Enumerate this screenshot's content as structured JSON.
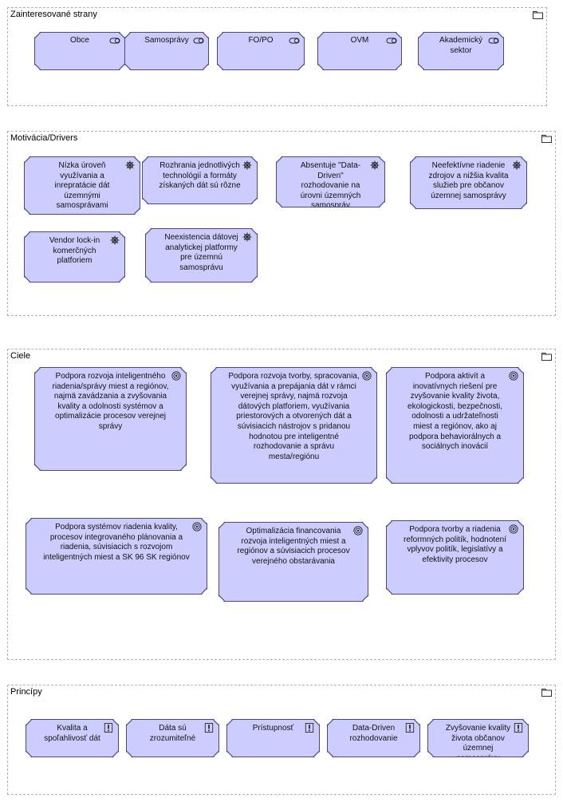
{
  "groups": [
    {
      "title": "Zainteresované strany",
      "elements": [
        "Obce",
        "Samosprávy",
        "FO/PO",
        "OVM",
        "Akademický sektor"
      ]
    },
    {
      "title": "Motivácia/Drivers",
      "elements": [
        "Nízka úroveň využívania a inrepratácie dát územnými samosprávami",
        "Rozhrania jednotlivých technológií a formáty získaných dát sú rôzne",
        "Absentuje \"Data-Driven\" rozhodovanie na úrovni územných samospráv",
        "Neefektívne riadenie zdrojov a nižšia kvalita služieb pre občanov územnej samosprávy",
        "Vendor lock-in komerčných platforiem",
        "Neexistencia dátovej analytickej platformy pre územnú samosprávu"
      ]
    },
    {
      "title": "Ciele",
      "elements": [
        "Podpora rozvoja inteligentného riadenia/správy miest a regiónov, najmä zavádzania a zvyšovania kvality a odolnosti systémov a optimalizácie procesov verejnej správy",
        "Podpora rozvoja tvorby, spracovania, využívania a prepájania dát v rámci verejnej správy, najmä rozvoja dátových platforiem, využívania priestorových a otvorených dát a súvisiacich nástrojov s pridanou hodnotou pre inteligentné rozhodovanie a správu mesta/regiónu",
        "Podpora aktivít a inovatívnych riešení pre zvyšovanie kvality života, ekologickosti, bezpečnosti, odolnosti a udržateľnosti miest a regiónov, ako aj podpora behaviorálnych a sociálnych inovácií",
        "Podpora systémov riadenia kvality, procesov integrovaného plánovania a riadenia, súvisiacich s rozvojom inteligentných miest a SK 96 SK regiónov",
        "Optimalizácia financovania rozvoja inteligentných miest a regiónov a súvisiacich procesov verejného obstarávania",
        "Podpora tvorby a riadenia reformných politík, hodnotení vplyvov politík, legislatívy a efektivity procesov"
      ]
    },
    {
      "title": "Princípy",
      "elements": [
        "Kvalita a spoľahlivosť dát",
        "Dáta sú zrozumiteľné",
        "Prístupnosť",
        "Data-Driven rozhodovanie",
        "Zvyšovanie kvality života občanov územnej samosprávy"
      ]
    }
  ],
  "icons": {
    "group": "folder-icon",
    "stakeholder": "stakeholder-icon",
    "driver": "driver-icon",
    "goal": "goal-icon",
    "principle": "principle-icon"
  },
  "colors": {
    "element_fill": "#ccccff",
    "element_border": "#4a4a7a",
    "group_border": "#b5b5b5"
  }
}
